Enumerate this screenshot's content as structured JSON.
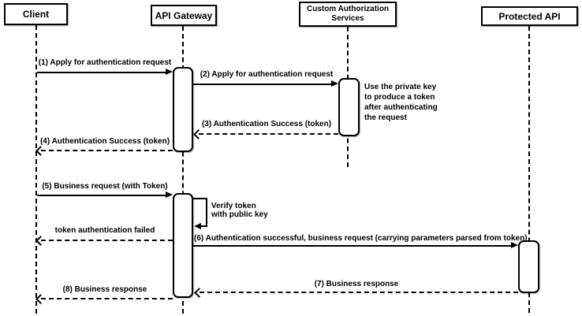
{
  "diagram": {
    "type": "sequence-diagram",
    "participants": [
      {
        "name": "Client"
      },
      {
        "name": "API Gateway"
      },
      {
        "name": "Custom Authorization Services"
      },
      {
        "name": "Protected API"
      }
    ],
    "messages": [
      {
        "label": "(1) Apply for authentication request",
        "from": "Client",
        "to": "API Gateway",
        "line": "solid"
      },
      {
        "label": "(2) Apply for authentication request",
        "from": "API Gateway",
        "to": "Custom Authorization Services",
        "line": "solid"
      },
      {
        "label": "(3) Authentication Success (token)",
        "from": "Custom Authorization Services",
        "to": "API Gateway",
        "line": "dashed"
      },
      {
        "label": "(4) Authentication Success (token)",
        "from": "API Gateway",
        "to": "Client",
        "line": "dashed"
      },
      {
        "label": "(5) Business request (with Token)",
        "from": "Client",
        "to": "API Gateway",
        "line": "solid"
      },
      {
        "label": "Verify token\nwith public key",
        "from": "API Gateway",
        "to": "API Gateway",
        "line": "solid-self"
      },
      {
        "label": "token authentication failed",
        "from": "API Gateway",
        "to": "Client",
        "line": "dashed"
      },
      {
        "label": "(6) Authentication successful, business request (carrying parameters parsed from token)",
        "from": "API Gateway",
        "to": "Protected API",
        "line": "solid"
      },
      {
        "label": "(7) Business response",
        "from": "Protected API",
        "to": "API Gateway",
        "line": "dashed"
      },
      {
        "label": "(8) Business response",
        "from": "API Gateway",
        "to": "Client",
        "line": "dashed"
      }
    ],
    "notes": [
      {
        "text": "Use the private key to produce a token after authenticating the request"
      }
    ],
    "colors": {
      "line": "#000000",
      "fill": "#ffffff",
      "background": "#ffffff"
    }
  }
}
